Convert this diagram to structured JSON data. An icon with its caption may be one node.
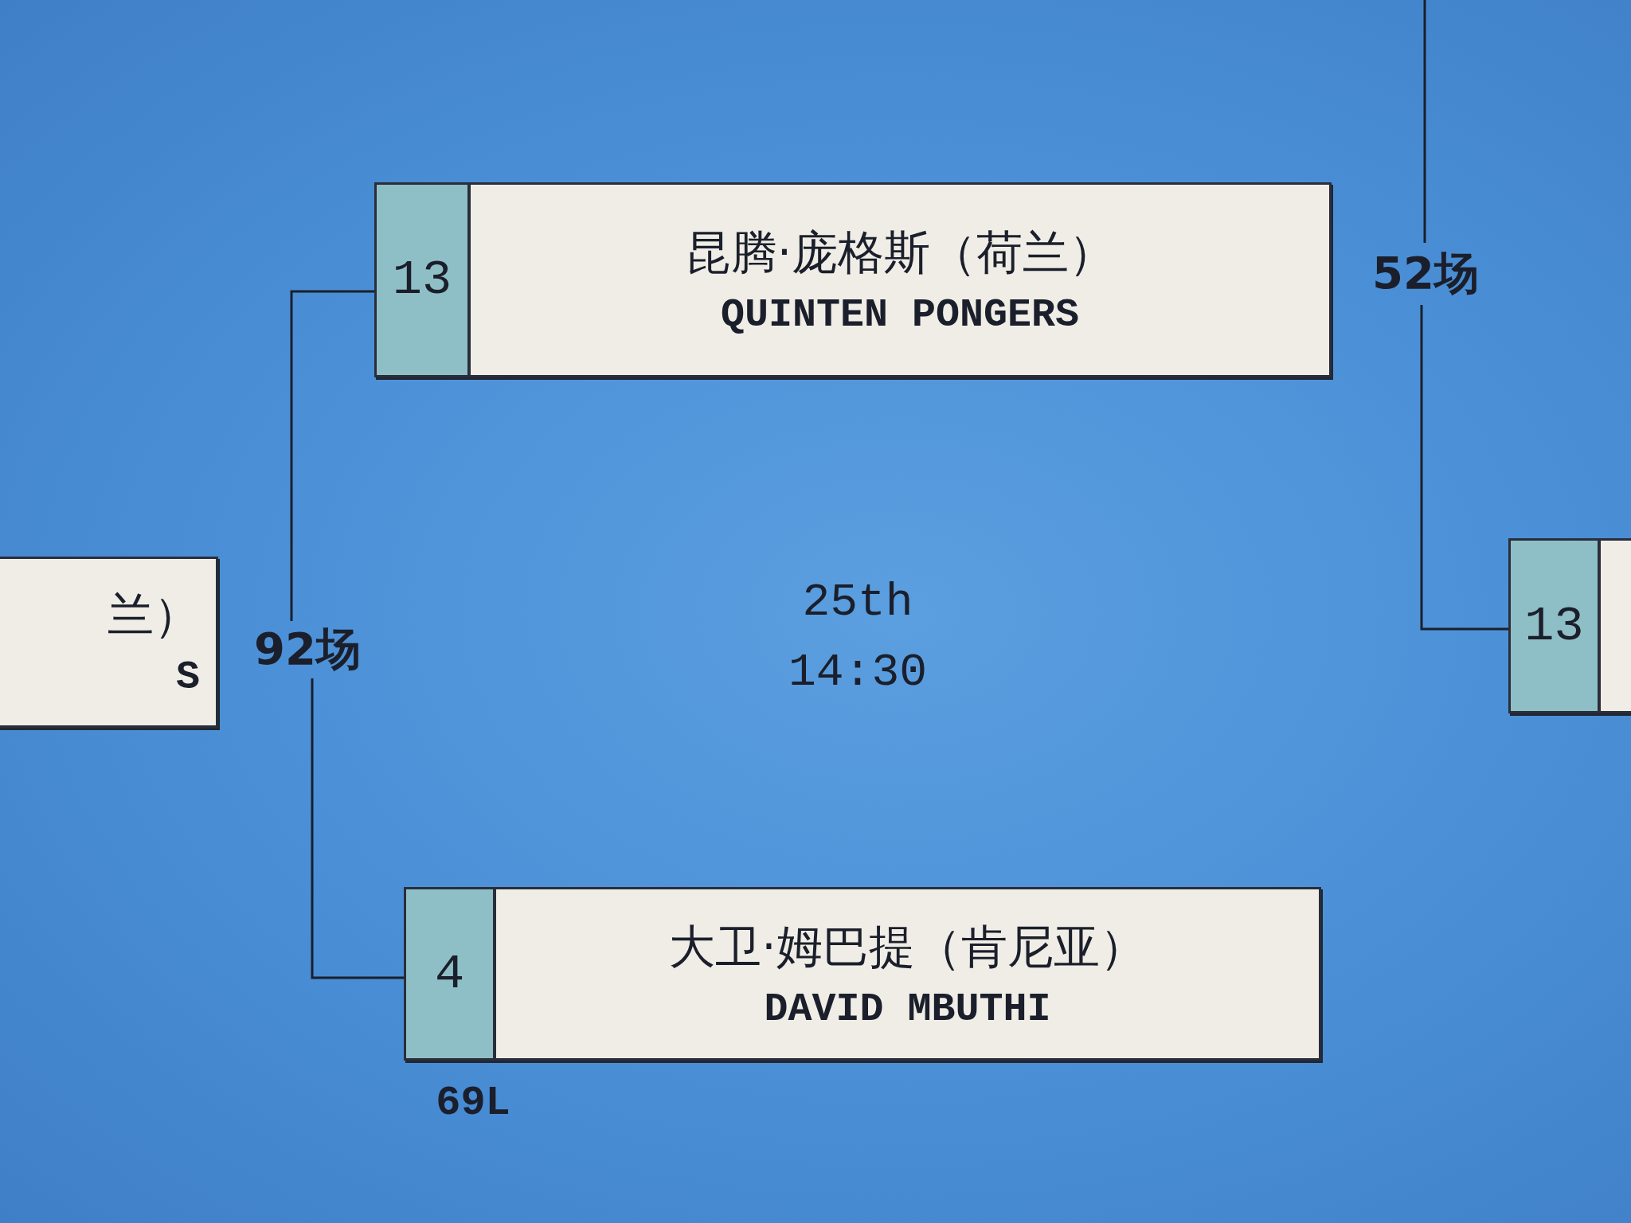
{
  "diagram": {
    "nodes": [
      {
        "text": [
          "昆腾·庞格斯（荷兰）",
          "QUINTEN PONGERS"
        ]
      },
      {
        "text": [
          "13"
        ],
        "in": 0
      },
      {
        "text": [
          "52场"
        ]
      },
      {
        "text": [
          "兰）",
          "S"
        ]
      },
      {
        "text": [
          "92场"
        ]
      },
      {
        "text": [],
        "shape": "box"
      },
      {
        "text": [
          "13"
        ],
        "in": 5
      },
      {
        "text": [
          "大卫·姆巴提（肯尼亚）",
          "DAVID MBUTHI"
        ]
      },
      {
        "text": [
          "4"
        ],
        "in": 7
      }
    ],
    "edges": [
      {
        "from": 0,
        "to": 4,
        "arrow": "none"
      },
      {
        "from": 7,
        "to": 4,
        "arrow": "none"
      },
      {
        "from": null,
        "to": 2,
        "arrow": "none"
      },
      {
        "from": 2,
        "to": 5,
        "arrow": "none"
      }
    ],
    "labels": [
      "25th",
      "14:30",
      "69L"
    ]
  }
}
